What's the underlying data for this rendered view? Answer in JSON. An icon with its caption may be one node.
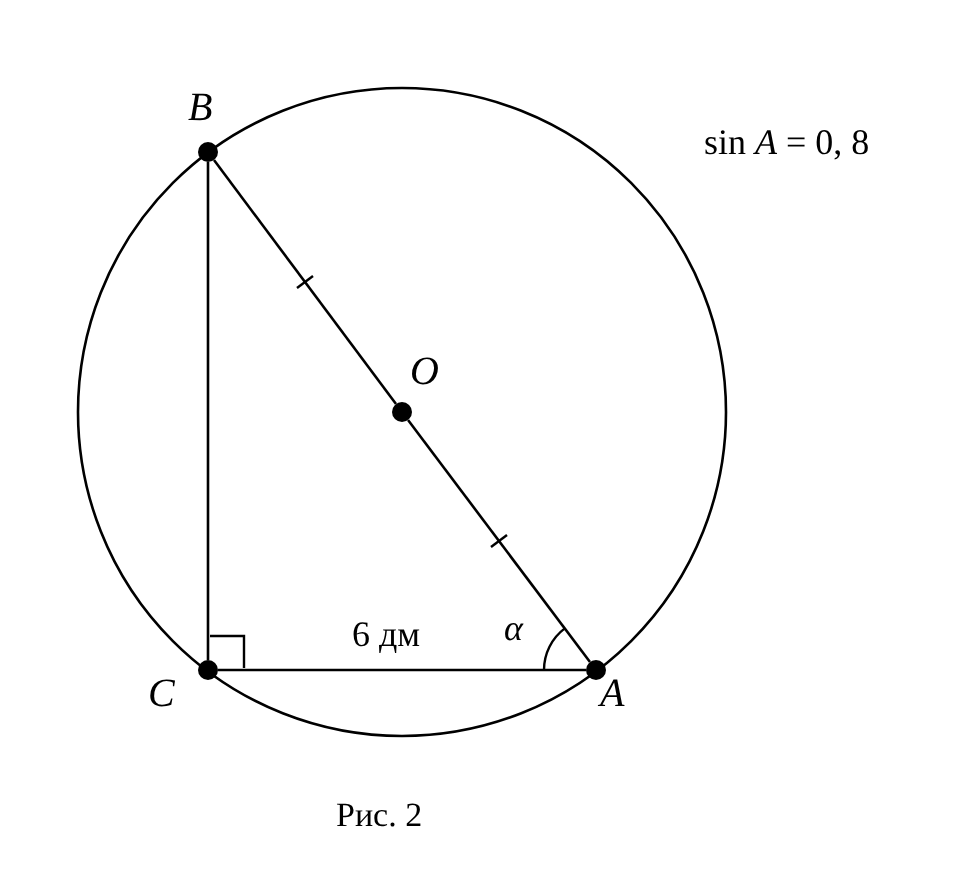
{
  "diagram": {
    "caption": "Рис. 2",
    "nodes": [
      {
        "text": [
          "B"
        ]
      },
      {
        "text": [
          "O"
        ]
      },
      {
        "text": [
          "C"
        ]
      },
      {
        "text": [
          "A"
        ]
      }
    ],
    "edges": [
      {
        "from": 0,
        "to": 2,
        "arrow": "none"
      },
      {
        "from": 2,
        "to": 3,
        "arrow": "none",
        "label": "6 дм"
      },
      {
        "from": 0,
        "to": 1,
        "arrow": "none"
      },
      {
        "from": 1,
        "to": 3,
        "arrow": "none"
      }
    ],
    "labels": [
      "sin *A* = 0, 8",
      "α"
    ]
  }
}
